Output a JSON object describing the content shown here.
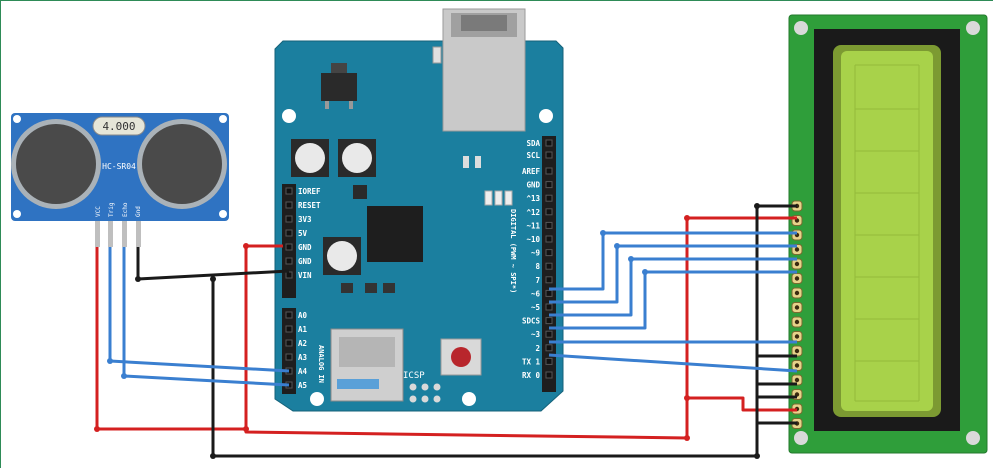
{
  "sensor": {
    "display": "4.000",
    "model": "HC-SR04",
    "pins": [
      "VCC",
      "Trig",
      "Echo",
      "Gnd"
    ]
  },
  "arduino": {
    "power_pins": [
      "IOREF",
      "RESET",
      "3V3",
      "5V",
      "GND",
      "GND",
      "VIN"
    ],
    "analog_pins": [
      "A0",
      "A1",
      "A2",
      "A3",
      "A4",
      "A5"
    ],
    "analog_caption": "ANALOG IN",
    "digital_pins": [
      "AREF",
      "GND",
      "^13",
      "^12",
      "~11",
      "~10",
      "~9",
      "8",
      "7",
      "~6",
      "~5",
      "SDCS",
      "~3",
      "2",
      "TX 1",
      "RX 0"
    ],
    "digital_caption": "DIGITAL (PWM ~ SPI*)",
    "top_pins": [
      "SDA",
      "SCL"
    ],
    "icsp": "ICSP"
  },
  "colors": {
    "board": "#1b7f9f",
    "wire_red": "#d42020",
    "wire_black": "#1a1a1a",
    "wire_blue": "#3a7fd0",
    "lcd_pcb": "#2f9e3a",
    "lcd_screen": "#a8d24a",
    "sensor_pcb": "#2f73c2"
  }
}
